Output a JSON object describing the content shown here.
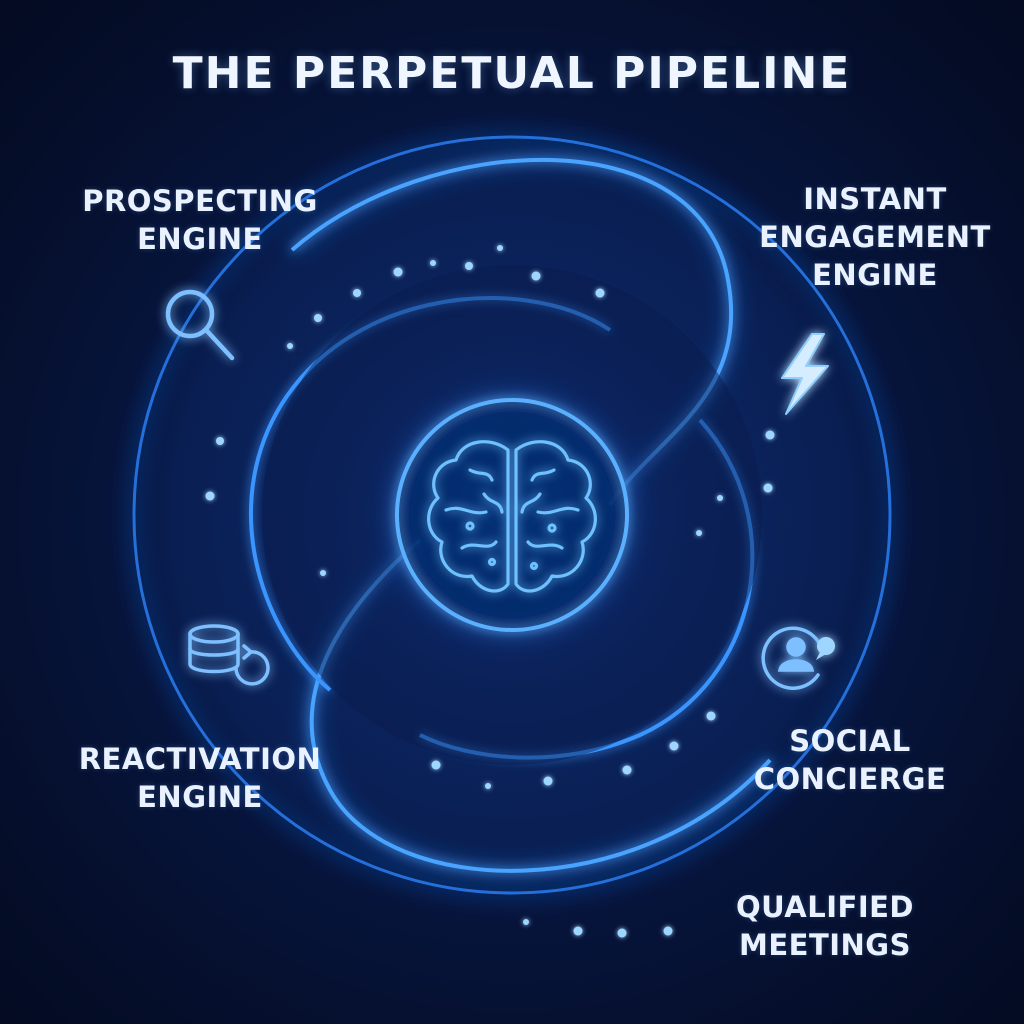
{
  "title": "THE PERPETUAL PIPELINE",
  "center": {
    "icon": "brain-icon"
  },
  "nodes": [
    {
      "id": "prospecting",
      "lines": [
        "PROSPECTING",
        "ENGINE"
      ],
      "icon": "magnifier-icon"
    },
    {
      "id": "instant",
      "lines": [
        "INSTANT",
        "ENGAGEMENT",
        "ENGINE"
      ],
      "icon": "lightning-icon"
    },
    {
      "id": "reactivation",
      "lines": [
        "REACTIVATION",
        "ENGINE"
      ],
      "icon": "database-refresh-icon"
    },
    {
      "id": "social",
      "lines": [
        "SOCIAL",
        "CONCIERGE"
      ],
      "icon": "user-chat-icon"
    },
    {
      "id": "qualified",
      "lines": [
        "QUALIFIED",
        "MEETINGS"
      ],
      "icon": ""
    }
  ],
  "colors": {
    "background": "#061233",
    "accent": "#2f8cff",
    "glow": "#5fb4ff",
    "text": "#eaf2ff",
    "icon_stroke": "#7ec0ff"
  }
}
